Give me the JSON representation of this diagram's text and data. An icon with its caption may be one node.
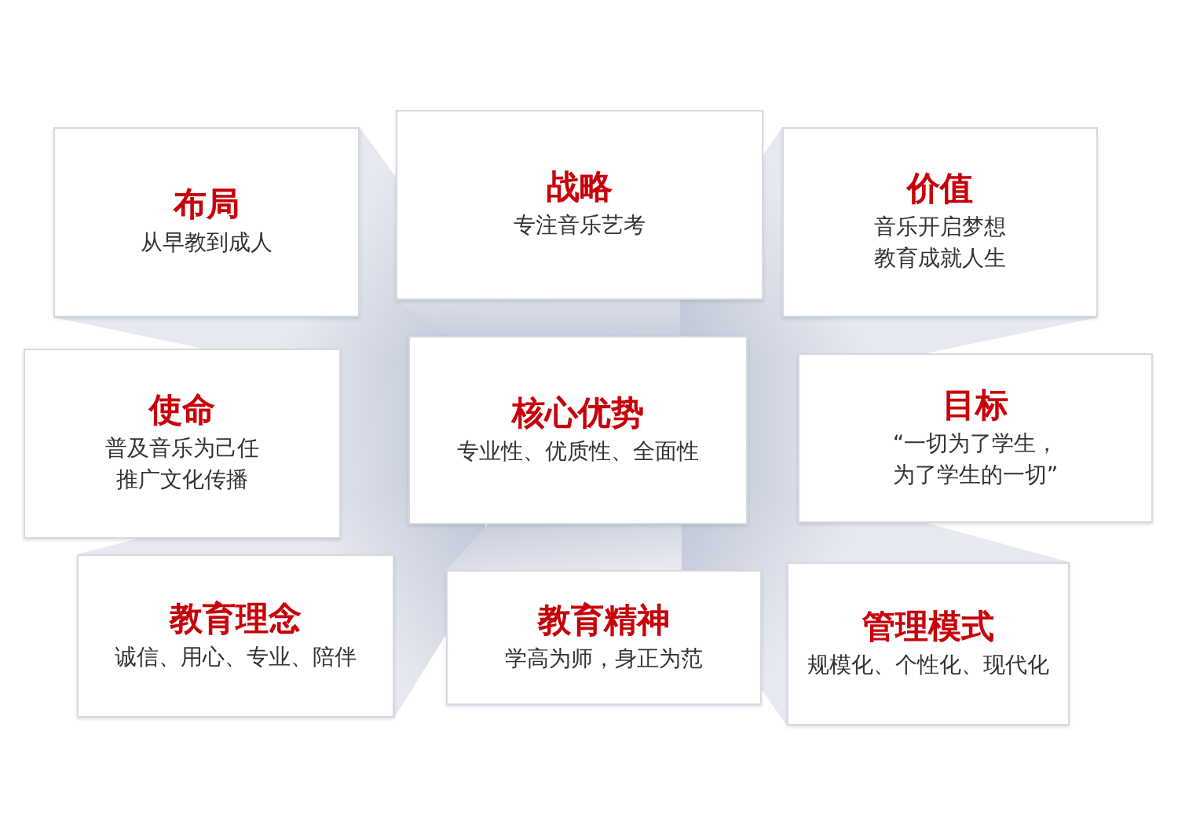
{
  "diagram": {
    "nodes": [
      {
        "text": [
          "布局",
          "从早教到成人"
        ]
      },
      {
        "text": [
          "战略",
          "专注音乐艺考"
        ]
      },
      {
        "text": [
          "价值",
          "音乐开启梦想教育成就人生"
        ]
      },
      {
        "text": [
          "使命",
          "普及音乐为己任推广文化传播"
        ]
      },
      {
        "text": [
          "核心优势",
          "专业性、优质性、全面性"
        ]
      },
      {
        "text": [
          "目标",
          "“一切为了学生，为了学生的一切”"
        ]
      },
      {
        "text": [
          "教育理念",
          "诚信、用心、专业、陪伴"
        ]
      },
      {
        "text": [
          "教育精神",
          "学高为师，身正为范"
        ]
      },
      {
        "text": [
          "管理模式",
          "规模化、个性化、现代化"
        ]
      }
    ]
  }
}
